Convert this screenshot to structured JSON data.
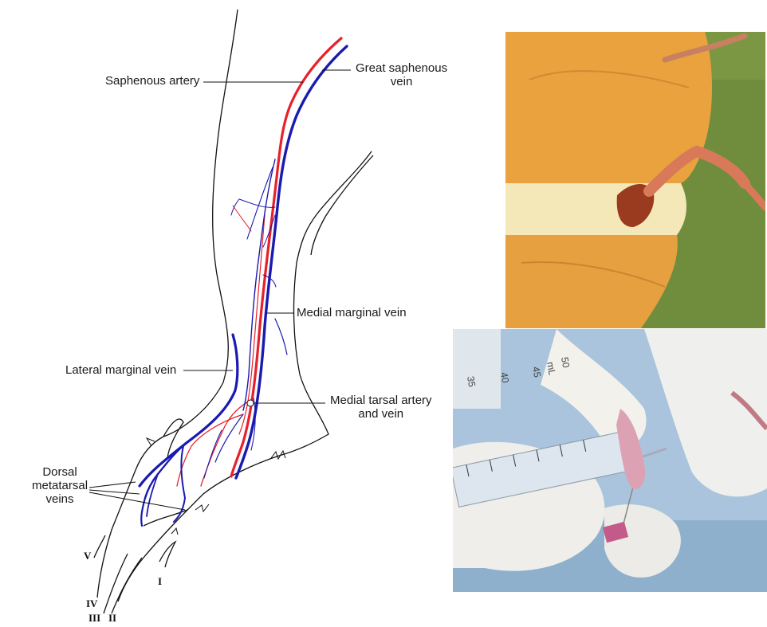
{
  "labels": {
    "saphenous_artery": "Saphenous artery",
    "great_saphenous_vein_1": "Great saphenous",
    "great_saphenous_vein_2": "vein",
    "medial_marginal_vein": "Medial marginal vein",
    "lateral_marginal_vein": "Lateral marginal vein",
    "medial_tarsal_1": "Medial tarsal artery",
    "medial_tarsal_2": "and vein",
    "dorsal_metatarsal_1": "Dorsal",
    "dorsal_metatarsal_2": "metatarsal",
    "dorsal_metatarsal_3": "veins"
  },
  "digits": {
    "I": "I",
    "II": "II",
    "III": "III",
    "IV": "IV",
    "V": "V"
  },
  "syringe": {
    "marks": [
      "35",
      "40",
      "45",
      "mL",
      "50"
    ]
  },
  "colors": {
    "artery": "#e8202a",
    "vein": "#1a1ab0",
    "glove_yellow": "#e9a23e",
    "green_bg": "#6f8d3c",
    "blue_bg": "#a9c4dc"
  }
}
